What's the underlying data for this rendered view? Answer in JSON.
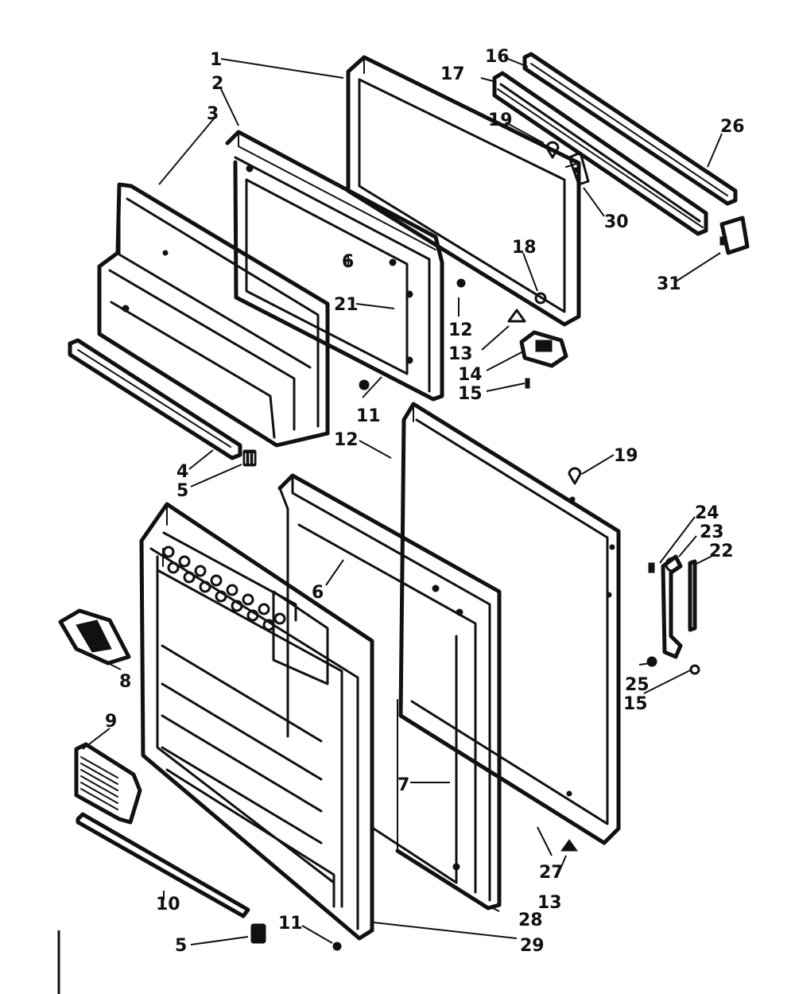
{
  "callouts": [
    "1",
    "2",
    "3",
    "4",
    "5",
    "5",
    "6",
    "6",
    "7",
    "8",
    "9",
    "10",
    "11",
    "11",
    "12",
    "12",
    "13",
    "13",
    "14",
    "15",
    "15",
    "16",
    "17",
    "18",
    "19",
    "19",
    "21",
    "22",
    "23",
    "24",
    "25",
    "26",
    "27",
    "28",
    "29",
    "30",
    "31"
  ],
  "colors": {
    "ink": "#111111",
    "paper": "#ffffff"
  }
}
